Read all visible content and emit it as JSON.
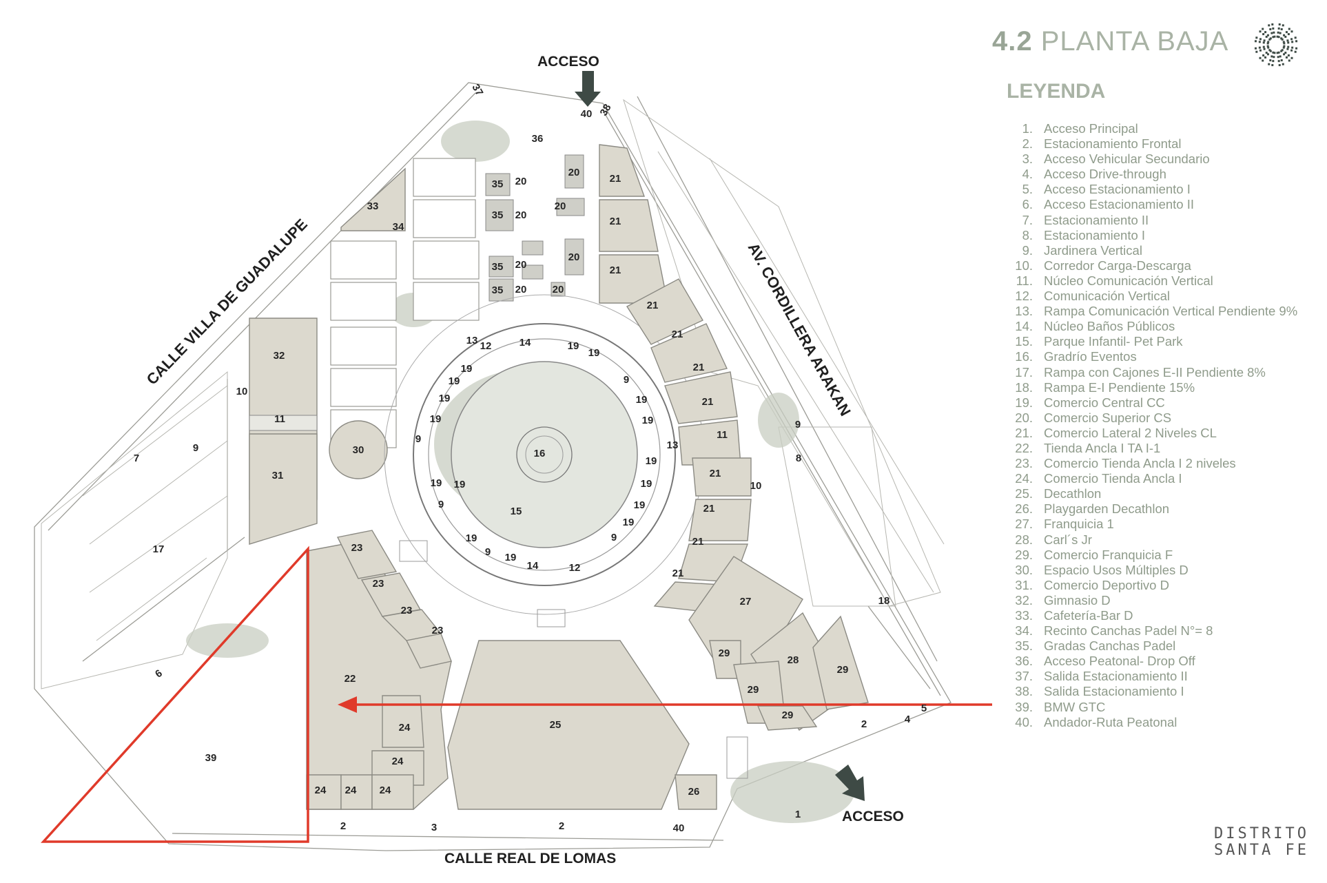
{
  "header": {
    "section_number": "4.2",
    "section_title": "PLANTA BAJA"
  },
  "legend": {
    "title": "LEYENDA",
    "items": [
      {
        "n": "1.",
        "label": "Acceso Principal"
      },
      {
        "n": "2.",
        "label": "Estacionamiento Frontal"
      },
      {
        "n": "3.",
        "label": "Acceso Vehicular Secundario"
      },
      {
        "n": "4.",
        "label": "Acceso Drive-through"
      },
      {
        "n": "5.",
        "label": "Acceso Estacionamiento I"
      },
      {
        "n": "6.",
        "label": "Acceso Estacionamiento II"
      },
      {
        "n": "7.",
        "label": "Estacionamiento II"
      },
      {
        "n": "8.",
        "label": "Estacionamiento I"
      },
      {
        "n": "9.",
        "label": "Jardinera Vertical"
      },
      {
        "n": "10.",
        "label": "Corredor Carga-Descarga"
      },
      {
        "n": "11.",
        "label": "Núcleo Comunicación Vertical"
      },
      {
        "n": "12.",
        "label": "Comunicación Vertical"
      },
      {
        "n": "13.",
        "label": "Rampa Comunicación Vertical Pendiente 9%"
      },
      {
        "n": "14.",
        "label": "Núcleo Baños Públicos"
      },
      {
        "n": "15.",
        "label": "Parque Infantil- Pet Park"
      },
      {
        "n": "16.",
        "label": "Gradrío Eventos"
      },
      {
        "n": "17.",
        "label": "Rampa con Cajones E-II Pendiente 8%"
      },
      {
        "n": "18.",
        "label": "Rampa E-I Pendiente 15%"
      },
      {
        "n": "19.",
        "label": "Comercio Central CC"
      },
      {
        "n": "20.",
        "label": "Comercio Superior CS"
      },
      {
        "n": "21.",
        "label": "Comercio Lateral 2 Niveles CL"
      },
      {
        "n": "22.",
        "label": "Tienda Ancla I TA I-1"
      },
      {
        "n": "23.",
        "label": "Comercio Tienda Ancla I 2 niveles"
      },
      {
        "n": "24.",
        "label": "Comercio Tienda Ancla I"
      },
      {
        "n": "25.",
        "label": "Decathlon"
      },
      {
        "n": "26.",
        "label": "Playgarden Decathlon"
      },
      {
        "n": "27.",
        "label": "Franquicia 1"
      },
      {
        "n": "28.",
        "label": "Carl´s Jr"
      },
      {
        "n": "29.",
        "label": "Comercio Franquicia F"
      },
      {
        "n": "30.",
        "label": "Espacio Usos Múltiples D"
      },
      {
        "n": "31.",
        "label": "Comercio Deportivo D"
      },
      {
        "n": "32.",
        "label": "Gimnasio D"
      },
      {
        "n": "33.",
        "label": "Cafetería-Bar D"
      },
      {
        "n": "34.",
        "label": "Recinto Canchas Padel N°= 8"
      },
      {
        "n": "35.",
        "label": "Gradas Canchas Padel"
      },
      {
        "n": "36.",
        "label": "Acceso Peatonal- Drop Off"
      },
      {
        "n": "37.",
        "label": "Salida Estacionamiento II"
      },
      {
        "n": "38.",
        "label": "Salida Estacionamiento I"
      },
      {
        "n": "39.",
        "label": "BMW GTC"
      },
      {
        "n": "40.",
        "label": "Andador-Ruta Peatonal"
      }
    ]
  },
  "streets": {
    "west": "CALLE VILLA DE GUADALUPE",
    "east": "AV. CORDILLERA ARAKAN",
    "south": "CALLE REAL DE LOMAS"
  },
  "access_labels": {
    "north": "ACCESO",
    "southeast": "ACCESO"
  },
  "brand": {
    "line1": "DISTRITO",
    "line2": "SANTA FE"
  },
  "plot_labels": {
    "l1": "1",
    "l2a": "2",
    "l2b": "2",
    "l2c": "2",
    "l3": "3",
    "l4": "4",
    "l5": "5",
    "l6": "6",
    "l7": "7",
    "l8": "8",
    "l9a": "9",
    "l9b": "9",
    "l10a": "10",
    "l10b": "10",
    "l11a": "11",
    "l11b": "11",
    "l12a": "12",
    "l12b": "12",
    "l13a": "13",
    "l13b": "13",
    "l14a": "14",
    "l14b": "14",
    "l15": "15",
    "l16": "16",
    "l17": "17",
    "l18": "18",
    "l19": "19",
    "l20": "20",
    "l21": "21",
    "l22": "22",
    "l23": "23",
    "l24": "24",
    "l25": "25",
    "l26": "26",
    "l27": "27",
    "l28": "28",
    "l29": "29",
    "l30": "30",
    "l31": "31",
    "l32": "32",
    "l33": "33",
    "l34": "34",
    "l35": "35",
    "l36": "36",
    "l37": "37",
    "l38": "38",
    "l39": "39",
    "l40": "40"
  },
  "colors": {
    "building": "#dcd9ce",
    "highlight": "#e03a2a",
    "legend_text": "#8f9b8b",
    "arrow": "#3e4a45"
  },
  "icons": {
    "logo": "leaf-dots-logo-icon",
    "access_arrow": "arrow-icon"
  }
}
